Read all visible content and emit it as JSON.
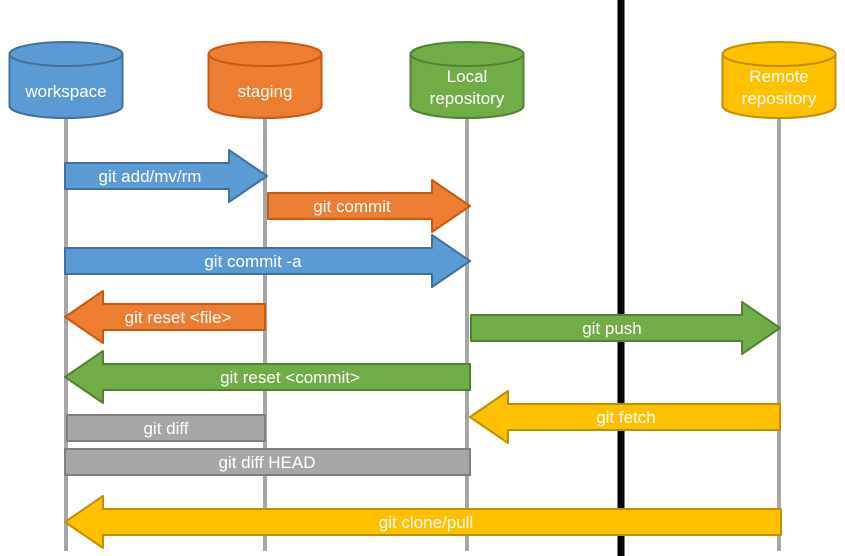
{
  "diagram": {
    "kind": "git-workflow-sequence-diagram",
    "colors": {
      "blue": "#5b9bd5",
      "orange": "#ed7d31",
      "green": "#70ad47",
      "yellow": "#ffc000",
      "gray": "#a6a6a6",
      "lifeline": "#a6a6a6",
      "separator": "#000000"
    },
    "nodes": [
      {
        "id": "workspace",
        "label": "workspace",
        "lines": [
          "workspace"
        ],
        "color": "#5b9bd5"
      },
      {
        "id": "staging",
        "label": "staging",
        "lines": [
          "staging"
        ],
        "color": "#ed7d31"
      },
      {
        "id": "local-repository",
        "label": "Local repository",
        "lines": [
          "Local",
          "repository"
        ],
        "color": "#70ad47"
      },
      {
        "id": "remote-repository",
        "label": "Remote repository",
        "lines": [
          "Remote",
          "repository"
        ],
        "color": "#ffc000"
      }
    ],
    "arrows": [
      {
        "label": "git add/mv/rm",
        "from": "workspace",
        "to": "staging",
        "direction": "right",
        "shape": "arrow",
        "color": "#5b9bd5"
      },
      {
        "label": "git commit",
        "from": "staging",
        "to": "local-repository",
        "direction": "right",
        "shape": "arrow",
        "color": "#ed7d31"
      },
      {
        "label": "git commit -a",
        "from": "workspace",
        "to": "local-repository",
        "direction": "right",
        "shape": "arrow",
        "color": "#5b9bd5"
      },
      {
        "label": "git reset <file>",
        "from": "staging",
        "to": "workspace",
        "direction": "left",
        "shape": "arrow",
        "color": "#ed7d31"
      },
      {
        "label": "git push",
        "from": "local-repository",
        "to": "remote-repository",
        "direction": "right",
        "shape": "arrow",
        "color": "#70ad47"
      },
      {
        "label": "git reset <commit>",
        "from": "local-repository",
        "to": "workspace",
        "direction": "left",
        "shape": "arrow",
        "color": "#70ad47"
      },
      {
        "label": "git fetch",
        "from": "remote-repository",
        "to": "local-repository",
        "direction": "left",
        "shape": "arrow",
        "color": "#ffc000"
      },
      {
        "label": "git diff",
        "from": "workspace",
        "to": "staging",
        "direction": "none",
        "shape": "bar",
        "color": "#a6a6a6"
      },
      {
        "label": "git diff HEAD",
        "from": "workspace",
        "to": "local-repository",
        "direction": "none",
        "shape": "bar",
        "color": "#a6a6a6"
      },
      {
        "label": "git clone/pull",
        "from": "remote-repository",
        "to": "workspace",
        "direction": "left",
        "shape": "arrow",
        "color": "#ffc000"
      }
    ]
  }
}
